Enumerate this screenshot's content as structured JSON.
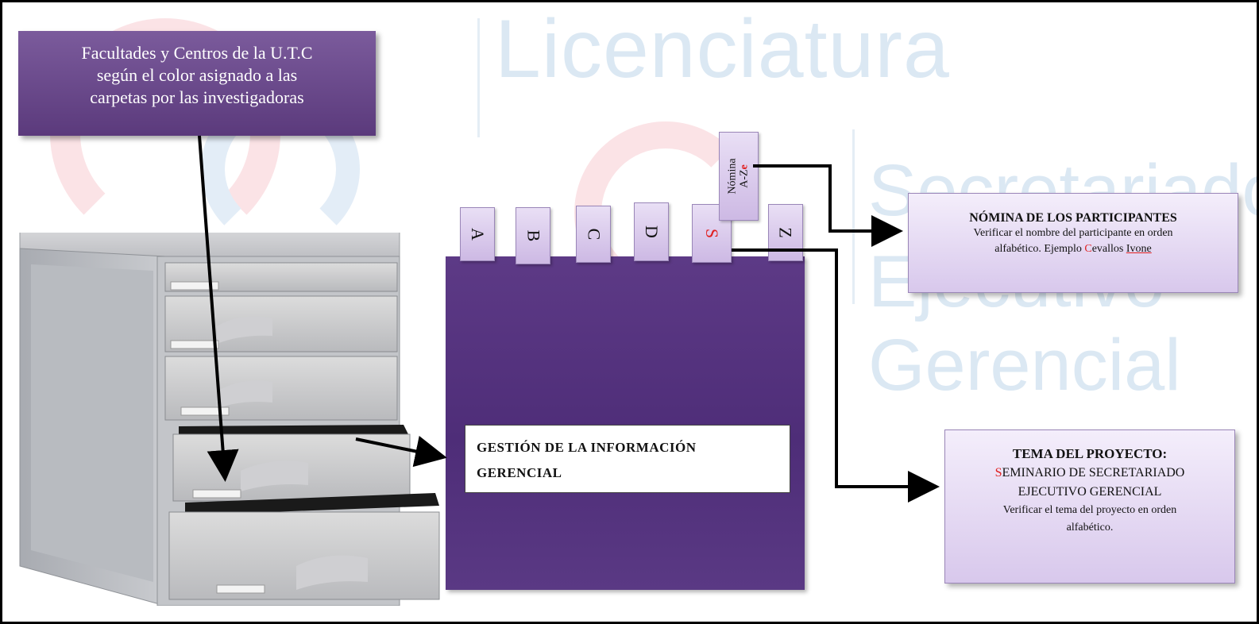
{
  "watermark": {
    "title": "Licenciatura",
    "subtitle_line1": "Secretariado",
    "subtitle_line2": "Ejecutivo Gerencial"
  },
  "callout": {
    "lines": [
      "Facultades y Centros de la U.T.C",
      "según el color asignado a las",
      "carpetas por las investigadoras"
    ]
  },
  "folder": {
    "tabs": [
      "A",
      "B",
      "C",
      "D",
      "S",
      "Z"
    ],
    "nomina_tab": {
      "line1": "Nómina",
      "line2_prefix": "A-Z",
      "line2_red": "e"
    },
    "label": "GESTIÓN DE LA INFORMACIÓN GERENCIAL"
  },
  "participants_box": {
    "title": "NÓMINA DE LOS PARTICIPANTES",
    "line1": "Verificar el nombre del participante en orden",
    "line2_prefix": "alfabético. Ejemplo ",
    "line2_red": "C",
    "line2_mid": "evallos ",
    "line2_underlined": "Ivone"
  },
  "project_box": {
    "title": "TEMA DEL PROYECTO:",
    "line1_red": "S",
    "line1_rest": "EMINARIO DE SECRETARIADO",
    "line2": "EJECUTIVO GERENCIAL",
    "line3": "Verificar el tema del proyecto en orden",
    "line4": "alfabético."
  },
  "colors": {
    "folder": "#553280",
    "callout": "#6a4a8c",
    "tab": "#ddd0ee",
    "highlight": "#e02020"
  }
}
